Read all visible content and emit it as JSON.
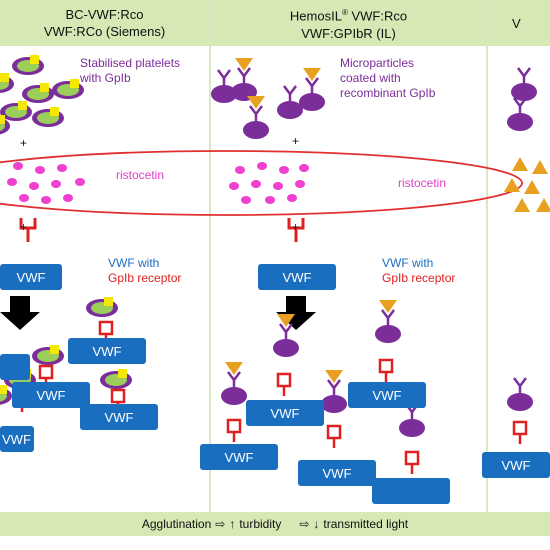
{
  "left_panel": {
    "title_line1": "BC-VWF:Rco",
    "title_line2": "VWF:RCo (Siemens)",
    "platelets_label_line1": "Stabilised platelets",
    "platelets_label_line2": "with GpIb",
    "ristocetin_label": "ristocetin",
    "plus1": "+",
    "plus2": "+",
    "vwf_label_line1": "VWF with",
    "vwf_label_line2": "GpIb receptor",
    "vwf_box": "VWF",
    "agg_boxes": [
      "VWF",
      "VWF",
      "VWF",
      "VWF"
    ]
  },
  "middle_panel": {
    "title_line1": "HemosIL",
    "title_reg": "®",
    "title_line1_suffix": " VWF:Rco",
    "title_line2": "VWF:GPIbR (IL)",
    "particles_label_line1": "Microparticles",
    "particles_label_line2": "coated with",
    "particles_label_line3": "recombinant GpIb",
    "ristocetin_label": "ristocetin",
    "plus1": "+",
    "plus2": "+",
    "vwf_label_line1": "VWF with",
    "vwf_label_line2": "GpIb receptor",
    "vwf_box": "VWF",
    "agg_boxes": [
      "VWF",
      "VWF",
      "VWF",
      "VWF"
    ]
  },
  "right_panel": {
    "title_partial": "V",
    "agg_box": "VWF"
  },
  "footer": {
    "agglutination": "Agglutination",
    "arrow1": "⇨",
    "up": "↑",
    "turbidity": "turbidity",
    "arrow2": "⇨",
    "down": "↓",
    "transmitted": "transmitted light"
  },
  "colors": {
    "header_green": "#d6e8b4",
    "vwf_blue": "#1a6ec0",
    "platelet_green": "#9ccf5a",
    "platelet_purple": "#7b2d9a",
    "gpib_yellow": "#f4e800",
    "particle_orange": "#e8a020",
    "ristocetin_magenta": "#f040d0",
    "oval_red": "#e03030",
    "receptor_red": "#e02020"
  }
}
